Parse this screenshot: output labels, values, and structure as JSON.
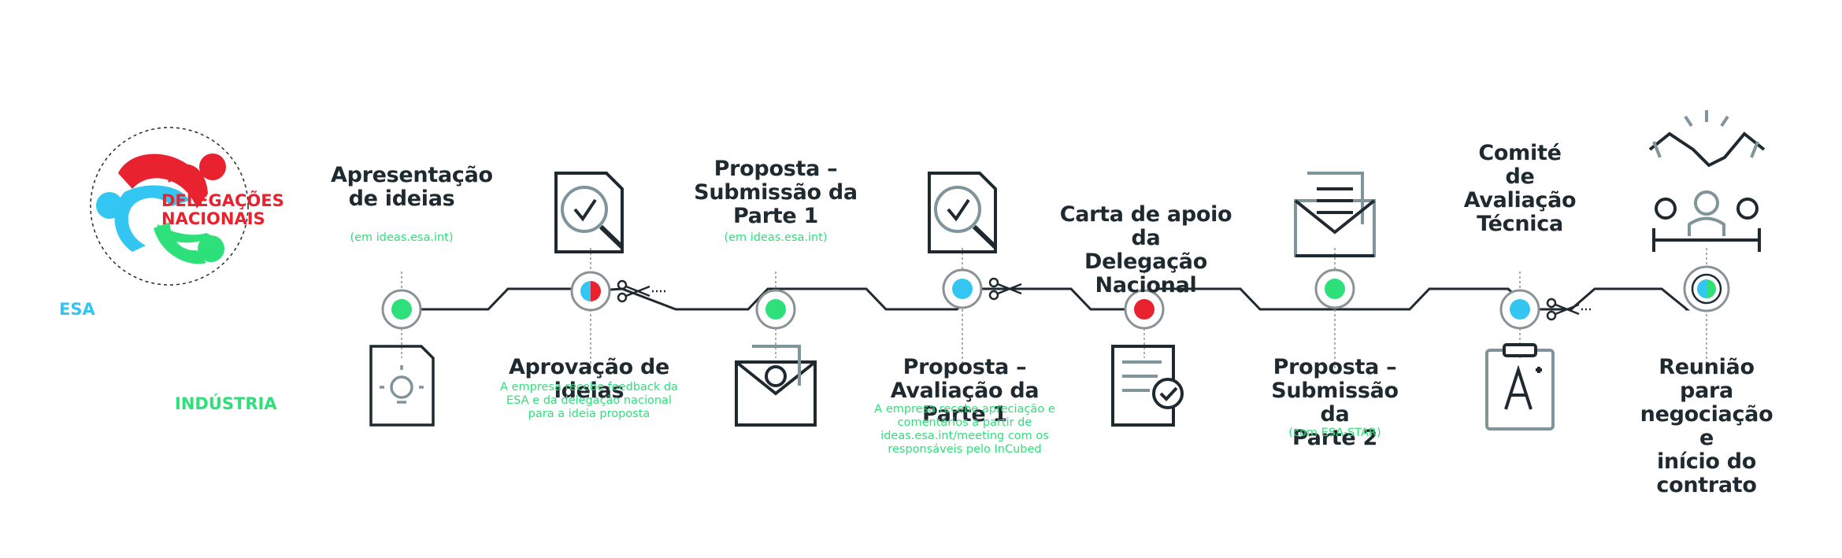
{
  "colors": {
    "dark": "#1f2a30",
    "grey": "#8a9296",
    "slate": "#7f949b",
    "cyan": "#33c6f2",
    "red": "#e8232f",
    "green": "#2ee07a"
  },
  "logo": {
    "esa": "ESA",
    "delegacoes_line1": "DELEGAÇÕES",
    "delegacoes_line2": "NACIONAIS",
    "industria": "INDÚSTRIA"
  },
  "steps": [
    {
      "title1": "Apresentação",
      "title2": "de ideias",
      "sub1": "(em ideas.esa.int)",
      "node": "green",
      "icon": "idea-document-icon"
    },
    {
      "title1": "Aprovação de ideias",
      "sub1": "A empresa recebe feedback da",
      "sub2": "ESA e da delegação nacional",
      "sub3": "para a ideia proposta",
      "node": "cyan-red",
      "icon": "document-search-icon"
    },
    {
      "title1": "Proposta –",
      "title2": "Submissão da",
      "title3": "Parte 1",
      "sub1": "(em ideas.esa.int)",
      "node": "green",
      "icon": "email-at-icon"
    },
    {
      "title1": "Proposta –",
      "title2": "Avaliação da Parte 1",
      "sub1": "A empresa recebe apreciação e",
      "sub2": "comentários a partir de",
      "sub3": "ideas.esa.int/meeting com os",
      "sub4": "responsáveis pelo InCubed",
      "node": "cyan",
      "icon": "document-search-icon"
    },
    {
      "title1": "Carta de apoio da",
      "title2": "Delegação Nacional",
      "node": "red",
      "icon": "signed-document-icon"
    },
    {
      "title1": "Proposta –",
      "title2": "Submissão da",
      "title3": "Parte 2",
      "sub1": "(com ESA-STAR)",
      "node": "green",
      "icon": "envelope-letter-icon"
    },
    {
      "title1": "Comité",
      "title2": "de",
      "title3": "Avaliação",
      "title4": "Técnica",
      "node": "cyan",
      "icon": "clipboard-grade-icon"
    },
    {
      "title1": "Reunião para",
      "title2": "negociação e",
      "title3": "início do",
      "title4": "contrato",
      "node": "cyan-green",
      "icon": "handshake-meeting-icon"
    }
  ]
}
